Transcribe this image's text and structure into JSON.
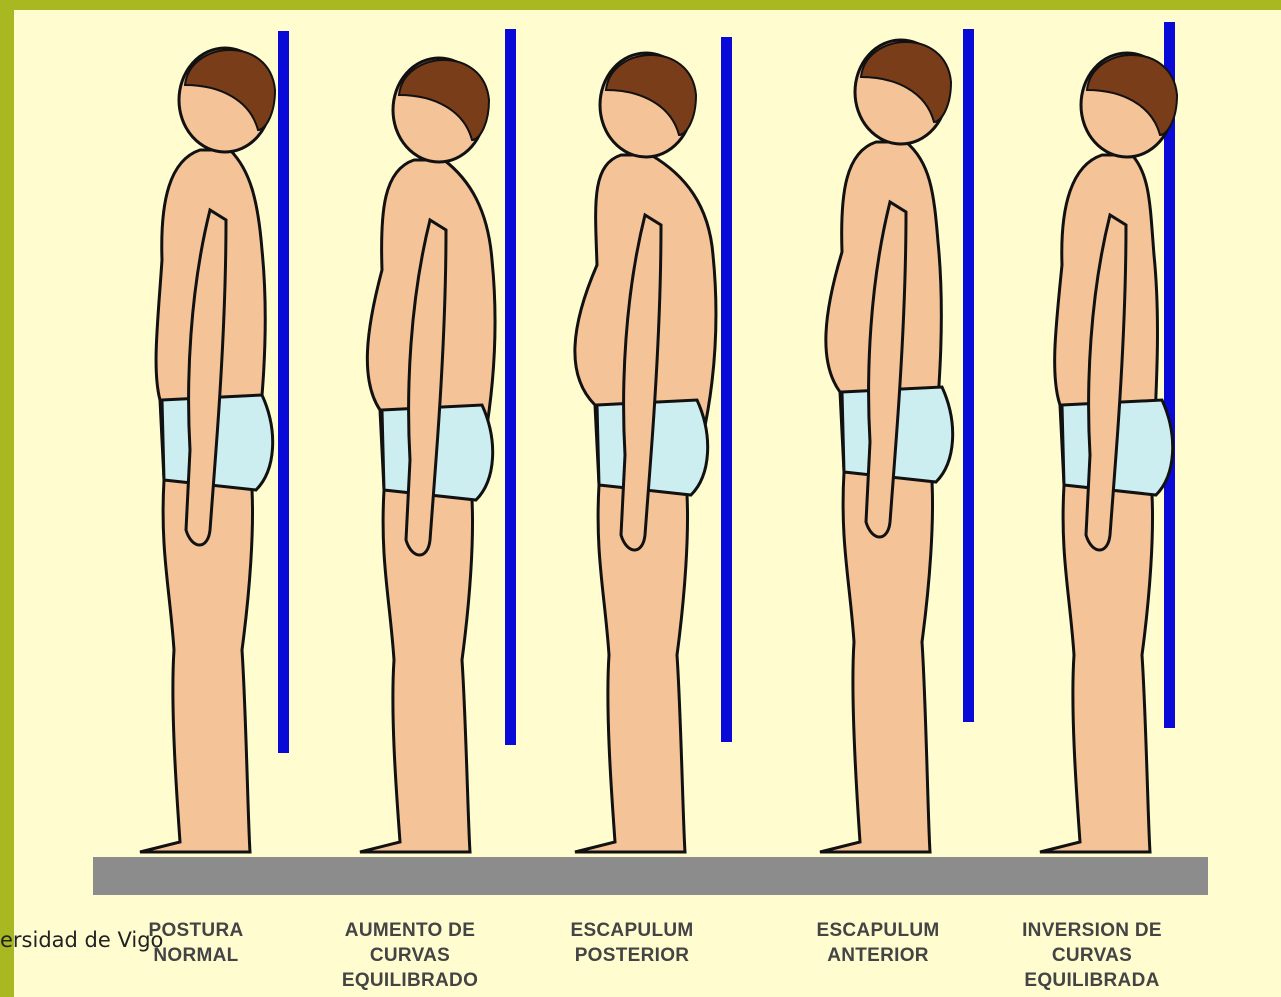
{
  "colors": {
    "frame": "#a8b820",
    "background": "#fffdd0",
    "skin": "#f5c398",
    "hair": "#7a3d1a",
    "briefs": "#cdeef0",
    "plumb_line": "#0a0ad8",
    "ground": "#8c8c8c"
  },
  "figures": [
    {
      "id": "postura-normal",
      "caption": [
        "POSTURA",
        "NORMAL"
      ],
      "belly": 0,
      "back": 0,
      "head_lean": 0
    },
    {
      "id": "aumento-curvas",
      "caption": [
        "AUMENTO DE",
        "CURVAS",
        "EQUILIBRADO"
      ],
      "belly": 12,
      "back": 10,
      "head_lean": 6
    },
    {
      "id": "escapulum-posterior",
      "caption": [
        "ESCAPULUM",
        "POSTERIOR"
      ],
      "belly": 22,
      "back": 16,
      "head_lean": 14
    },
    {
      "id": "escapulum-anterior",
      "caption": [
        "ESCAPULUM",
        "ANTERIOR"
      ],
      "belly": 14,
      "back": -4,
      "head_lean": 4
    },
    {
      "id": "inversion-curvas",
      "caption": [
        "INVERSION DE",
        "CURVAS",
        "EQUILIBRADA"
      ],
      "belly": 2,
      "back": -8,
      "head_lean": -2
    }
  ],
  "footer": {
    "text": "ersidad de Vigo"
  }
}
